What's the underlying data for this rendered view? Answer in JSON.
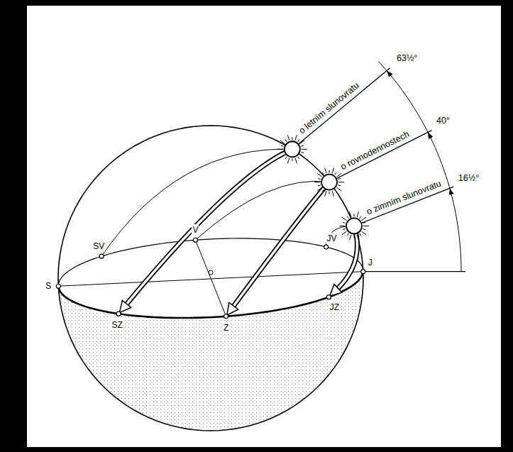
{
  "diagram": {
    "labels": [
      "o letním slunovratu",
      "63½°",
      "o rovnodennostech",
      "40°",
      "o zimním slunovratu",
      "16½°",
      "S",
      "SV",
      "V",
      "JV",
      "J",
      "JZ",
      "Z",
      "SZ"
    ]
  }
}
